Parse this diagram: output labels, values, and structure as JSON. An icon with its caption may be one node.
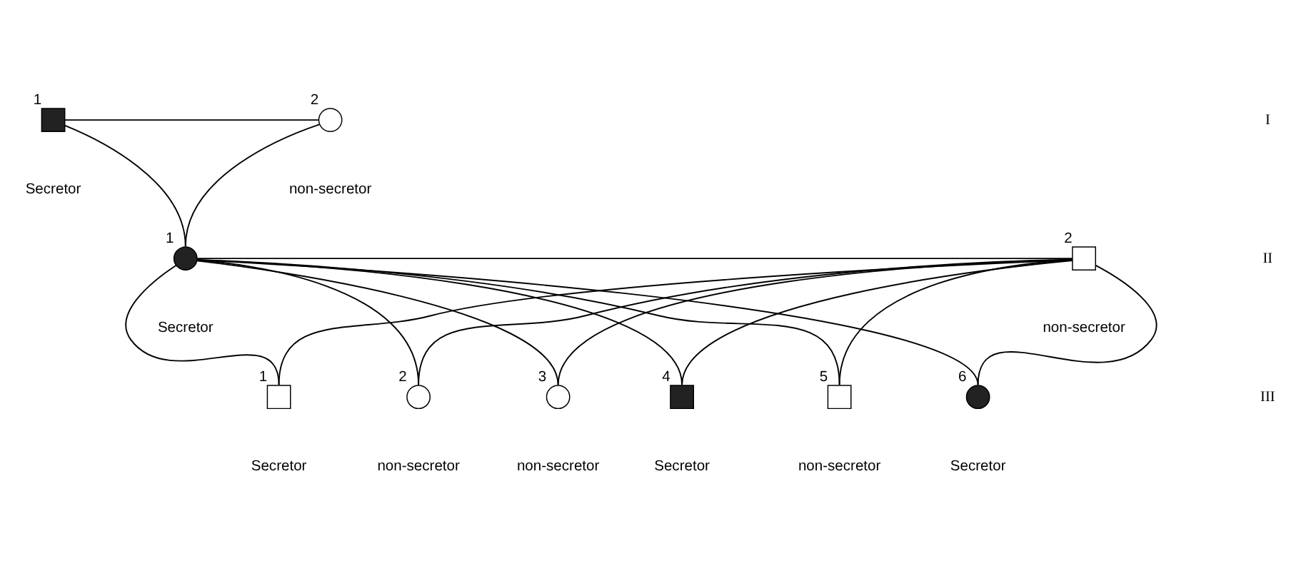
{
  "diagram": {
    "nodes": [
      {
        "text": [],
        "shape": "box",
        "beside": [
          "1",
          "Secretor"
        ]
      },
      {
        "text": [],
        "shape": "circle",
        "beside": [
          "2",
          "non-secretor"
        ]
      },
      {
        "text": [],
        "shape": "circle",
        "beside": [
          "1",
          "Secretor"
        ]
      },
      {
        "text": [],
        "shape": "box",
        "beside": [
          "2",
          "non-secretor"
        ]
      },
      {
        "text": [],
        "shape": "box",
        "beside": [
          "1",
          "Secretor"
        ]
      },
      {
        "text": [],
        "shape": "circle",
        "beside": [
          "2",
          "non-secretor"
        ]
      },
      {
        "text": [],
        "shape": "circle",
        "beside": [
          "3",
          "non-secretor"
        ]
      },
      {
        "text": [],
        "shape": "box",
        "beside": [
          "4",
          "Secretor"
        ]
      },
      {
        "text": [],
        "shape": "box",
        "beside": [
          "5",
          "non-secretor"
        ]
      },
      {
        "text": [],
        "shape": "circle",
        "beside": [
          "6",
          "Secretor"
        ]
      }
    ],
    "edges": [
      {
        "from": 0,
        "to": 1,
        "arrow": "none"
      },
      {
        "from": 0,
        "to": 2,
        "arrow": "none"
      },
      {
        "from": 1,
        "to": 2,
        "arrow": "none"
      },
      {
        "from": 2,
        "to": 3,
        "arrow": "none"
      },
      {
        "from": 2,
        "to": 4,
        "arrow": "none"
      },
      {
        "from": 3,
        "to": 4,
        "arrow": "none"
      },
      {
        "from": 2,
        "to": 5,
        "arrow": "none"
      },
      {
        "from": 3,
        "to": 5,
        "arrow": "none"
      },
      {
        "from": 2,
        "to": 6,
        "arrow": "none"
      },
      {
        "from": 3,
        "to": 6,
        "arrow": "none"
      },
      {
        "from": 2,
        "to": 7,
        "arrow": "none"
      },
      {
        "from": 3,
        "to": 7,
        "arrow": "none"
      },
      {
        "from": 2,
        "to": 8,
        "arrow": "none"
      },
      {
        "from": 3,
        "to": 8,
        "arrow": "none"
      },
      {
        "from": 2,
        "to": 9,
        "arrow": "none"
      },
      {
        "from": 3,
        "to": 9,
        "arrow": "none"
      }
    ],
    "labels": [
      "I",
      "II",
      "III"
    ]
  }
}
